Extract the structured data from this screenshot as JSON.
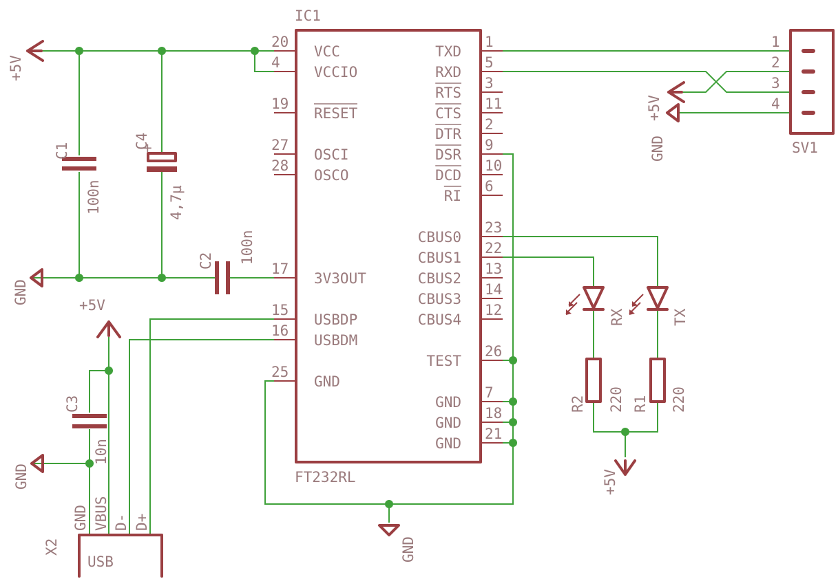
{
  "ic": {
    "name": "IC1",
    "value": "FT232RL",
    "left_pins": [
      {
        "num": "20",
        "name": "VCC"
      },
      {
        "num": "4",
        "name": "VCCIO"
      },
      {
        "num": "19",
        "name": "RESET"
      },
      {
        "num": "27",
        "name": "OSCI"
      },
      {
        "num": "28",
        "name": "OSCO"
      },
      {
        "num": "17",
        "name": "3V3OUT"
      },
      {
        "num": "15",
        "name": "USBDP"
      },
      {
        "num": "16",
        "name": "USBDM"
      },
      {
        "num": "25",
        "name": "GND"
      }
    ],
    "right_pins": [
      {
        "num": "1",
        "name": "TXD"
      },
      {
        "num": "5",
        "name": "RXD"
      },
      {
        "num": "3",
        "name": "RTS"
      },
      {
        "num": "11",
        "name": "CTS"
      },
      {
        "num": "2",
        "name": "DTR"
      },
      {
        "num": "9",
        "name": "DSR"
      },
      {
        "num": "10",
        "name": "DCD"
      },
      {
        "num": "6",
        "name": "RI"
      },
      {
        "num": "23",
        "name": "CBUS0"
      },
      {
        "num": "22",
        "name": "CBUS1"
      },
      {
        "num": "13",
        "name": "CBUS2"
      },
      {
        "num": "14",
        "name": "CBUS3"
      },
      {
        "num": "12",
        "name": "CBUS4"
      },
      {
        "num": "26",
        "name": "TEST"
      },
      {
        "num": "7",
        "name": "GND"
      },
      {
        "num": "18",
        "name": "GND"
      },
      {
        "num": "21",
        "name": "GND"
      }
    ]
  },
  "capacitors": {
    "c1": {
      "name": "C1",
      "value": "100n"
    },
    "c2": {
      "name": "C2",
      "value": "100n"
    },
    "c3": {
      "name": "C3",
      "value": "10n"
    },
    "c4": {
      "name": "C4",
      "value": "4,7µ",
      "polarity": "+"
    }
  },
  "resistors": {
    "r1": {
      "name": "R1",
      "value": "220"
    },
    "r2": {
      "name": "R2",
      "value": "220"
    }
  },
  "leds": {
    "rx": {
      "name": "RX"
    },
    "tx": {
      "name": "TX"
    }
  },
  "connector": {
    "name": "SV1",
    "pins": [
      "1",
      "2",
      "3",
      "4"
    ]
  },
  "usb": {
    "label": "USB",
    "name": "X2",
    "pins": [
      "GND",
      "VBUS",
      "D-",
      "D+"
    ]
  },
  "supplies": {
    "vcc": "+5V",
    "gnd": "GND"
  }
}
